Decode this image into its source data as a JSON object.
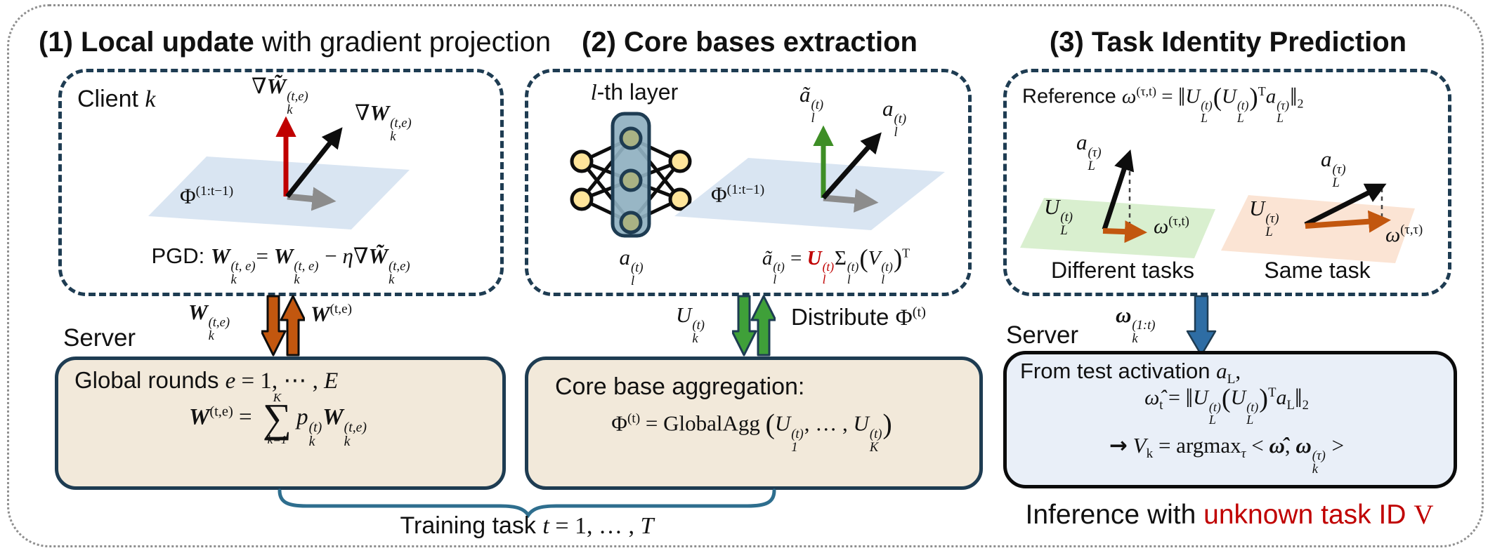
{
  "palette": {
    "ink": "#111111",
    "navy": "#1e3c52",
    "dotted": "#8f8f8f",
    "tan": "#f2e9da",
    "blueBox": "#e9eff8",
    "planeBlue": "#d9e5f2",
    "planeGreen": "#d9efcf",
    "planePeach": "#fbe4d4",
    "red": "#c00000",
    "orange": "#c2570f",
    "vecGreen": "#3e8e26",
    "blockGreen": "#3fa039",
    "blue": "#2e6da4",
    "gray": "#8c8c8c",
    "brace": "#2e6e8e",
    "nodeYellow": "#ffe59b",
    "nodeOlive": "#a9b284",
    "layerRect": "#8fb0c0",
    "black": "#0d0d0d"
  },
  "s1": {
    "title_bold": "(1) Local update",
    "title_rest": " with gradient projection",
    "client_html": "<span class='sf'>Client </span><i>k</i>",
    "grad_tilde_html": "∇<b><i>W̃</i></b><span class='ss'><span class='t'>(t,e)</span><span class='b'>k</span></span>",
    "grad_html": "∇<b><i>W</i></b><span class='ss'><span class='t'>(t,e)</span><span class='b'>k</span></span>",
    "phi_html": "Φ<sup>(1:t−1)</sup>",
    "pgd_html": "<span class='sf'>PGD: </span><b><i>W</i></b><span class='ss'><span class='t'>(t, e)</span><span class='b'>k</span></span>= <b><i>W</i></b><span class='ss'><span class='t'>(t, e)</span><span class='b'>k</span></span> − <i>η</i>∇<b><i>W̃</i></b><span class='ss'><span class='t'>(t,e)</span><span class='b'>k</span></span>",
    "exchange_left_html": "<b><i>W</i></b><span class='ss'><span class='t'>(t,e)</span><span class='b'>k</span></span>",
    "exchange_right_html": "<b><i>W</i></b><sup>(t,e)</sup>",
    "server_label": "Server",
    "box_line1_html": "<span class='sf'>Global rounds </span><i>e</i> = 1, ⋯ , <i>E</i>",
    "box_line2_html": "<b><i>W</i></b><sup>(t,e)</sup> = <span class='bs'><span class='l'>K</span><span class='s'>∑</span><span class='l'>k=1</span></span><i>p</i><span class='ss'><span class='t'>(t)</span><span class='b'>k</span></span><b><i>W</i></b><span class='ss'><span class='t'>(t,e)</span><span class='b'>k</span></span>"
  },
  "s2": {
    "title": "(2) Core bases extraction",
    "layer_html": "<i>l</i><span class='sf'>-th layer</span>",
    "a_below_html": "<i>a</i><span class='ss'><span class='t'>(t)</span><span class='b'>l</span></span>",
    "a_tilde_html": "<i>ã</i><span class='ss'><span class='t'>(t)</span><span class='b'>l</span></span>",
    "a_vec_html": "<i>a</i><span class='ss'><span class='t'>(t)</span><span class='b'>l</span></span>",
    "phi_html": "Φ<sup>(1:t−1)</sup>",
    "svd_pre_html": "<i>ã</i><span class='ss'><span class='t'>(t)</span><span class='b'>l</span></span> = ",
    "svd_red_html": "<b><i>U</i></b><span class='ss'><span class='t'>(t)</span><span class='b'>l</span></span>",
    "svd_post_html": "Σ<span class='ss'><span class='t'>(t)</span><span class='b'>l</span></span><span class='big'>(</span><i>V</i><span class='ss'><span class='t'>(t)</span><span class='b'>l</span></span><span class='big'>)</span><sup>T</sup>",
    "exchange_left_html": "<i>U</i><span class='ss'><span class='t'>(t)</span><span class='b'>k</span></span>",
    "exchange_right_html": "<span class='sf'>Distribute </span>Φ<sup>(t)</sup>",
    "box_line1": "Core base aggregation:",
    "box_line2_html": "Φ<sup>(t)</sup> = GlobalAgg <span class='big'>(</span><i>U</i><span class='ss'><span class='t'>(t)</span><span class='b'>1</span></span>, … , <i>U</i><span class='ss'><span class='t'>(t)</span><span class='b'>K</span></span><span class='big'>)</span>"
  },
  "s3": {
    "title": "(3) Task Identity Prediction",
    "reference_html": "<span class='sf'>Reference </span><i>ω</i><sup>(τ,t)</sup> = <span class='big'>‖</span><i>U</i><span class='ss'><span class='t'>(t)</span><span class='b'>L</span></span><span class='big'>(</span><i>U</i><span class='ss'><span class='t'>(t)</span><span class='b'>L</span></span><span class='big'>)</span><sup>T</sup><i>a</i><span class='ss'><span class='t'>(τ)</span><span class='b'>L</span></span><span class='big'>‖</span><sub>2</sub>",
    "a_left_html": "<i>a</i><span class='ss'><span class='t'>(τ)</span><span class='b'>L</span></span>",
    "a_right_html": "<i>a</i><span class='ss'><span class='t'>(τ)</span><span class='b'>L</span></span>",
    "u_left_html": "<i>U</i><span class='ss'><span class='t'>(t)</span><span class='b'>L</span></span>",
    "u_right_html": "<i>U</i><span class='ss'><span class='t'>(τ)</span><span class='b'>L</span></span>",
    "omega_left_html": "<i>ω</i><sup>(τ,t)</sup>",
    "omega_right_html": "<i>ω</i><sup>(τ,τ)</sup>",
    "different_label": "Different tasks",
    "same_label": "Same task",
    "server_label": "Server",
    "exchange_html": "<b><i>ω</i></b><span class='ss'><span class='t'>(1:t)</span><span class='b'>k</span></span>",
    "box_line1_html": "<span class='sf'>From test activation </span><i>a</i><sub>L</sub>,",
    "box_line2_html": "<i>ω̂</i><sub>t</sub> = <span class='big'>‖</span><i>U</i><span class='ss'><span class='t'>(t)</span><span class='b'>L</span></span><span class='big'>(</span><i>U</i><span class='ss'><span class='t'>(t)</span><span class='b'>L</span></span><span class='big'>)</span><sup>T</sup><i>a</i><sub>L</sub><span class='big'>‖</span><sub>2</sub>",
    "box_line3_html": "<span class='fa'>→</span> <i>V</i><sub>k</sub> = argmax<sub><i>τ</i></sub> &lt; <b><i>ω̂</i></b>, <b><i>ω</i></b><span class='ss'><span class='t'>(τ)</span><span class='b'>k</span></span> &gt;"
  },
  "footer": {
    "training_html": "<span class='sf'>Training task </span><i>t</i> = 1, … , <i>T</i>",
    "inference_prefix": "Inference with ",
    "inference_red_html": "unknown task ID <i class='m'>V</i>"
  }
}
